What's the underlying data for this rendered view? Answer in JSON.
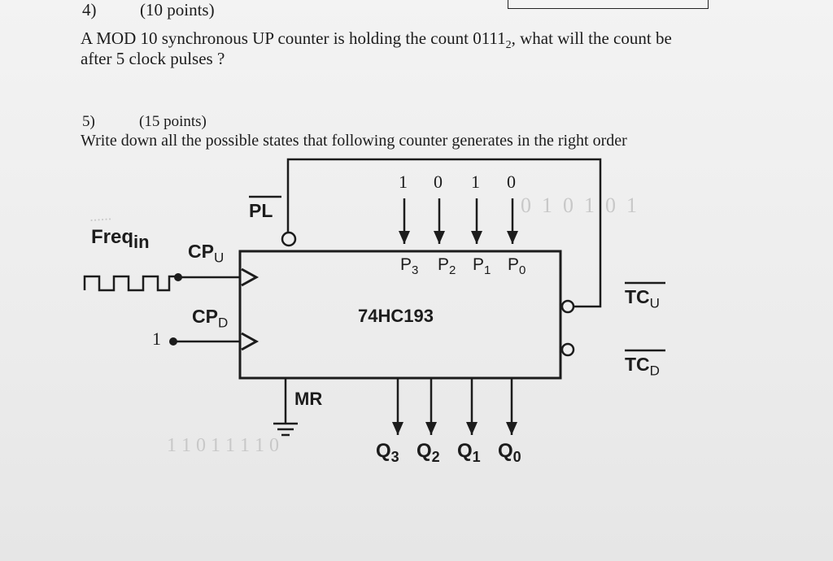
{
  "q4": {
    "number": "4)",
    "points": "(10 points)",
    "line1_main": "A MOD 10 synchronous UP counter is holding the count 0111",
    "line1_sub": "2",
    "line1_tail": ", what will the count be",
    "line2": "after 5 clock pulses ?"
  },
  "q5": {
    "number": "5)",
    "points": "(15 points)",
    "text": "Write down all the possible states that following counter generates in the right order"
  },
  "circuit": {
    "chip_name": "74HC193",
    "load_inputs": [
      "1",
      "0",
      "1",
      "0"
    ],
    "pins": {
      "pl": "PL",
      "p_main": "P",
      "p3": "3",
      "p2": "2",
      "p1": "1",
      "p0": "0",
      "cpu_main": "CP",
      "cpu_sub": "U",
      "cpd_main": "CP",
      "cpd_sub": "D",
      "tcu_main": "TC",
      "tcu_sub": "U",
      "tcd_main": "TC",
      "tcd_sub": "D",
      "mr": "MR"
    },
    "freq_main": "Freq",
    "freq_sub": "in",
    "cpd_input": "1",
    "outputs": [
      {
        "main": "Q",
        "sub": "3"
      },
      {
        "main": "Q",
        "sub": "2"
      },
      {
        "main": "Q",
        "sub": "1"
      },
      {
        "main": "Q",
        "sub": "0"
      }
    ]
  }
}
